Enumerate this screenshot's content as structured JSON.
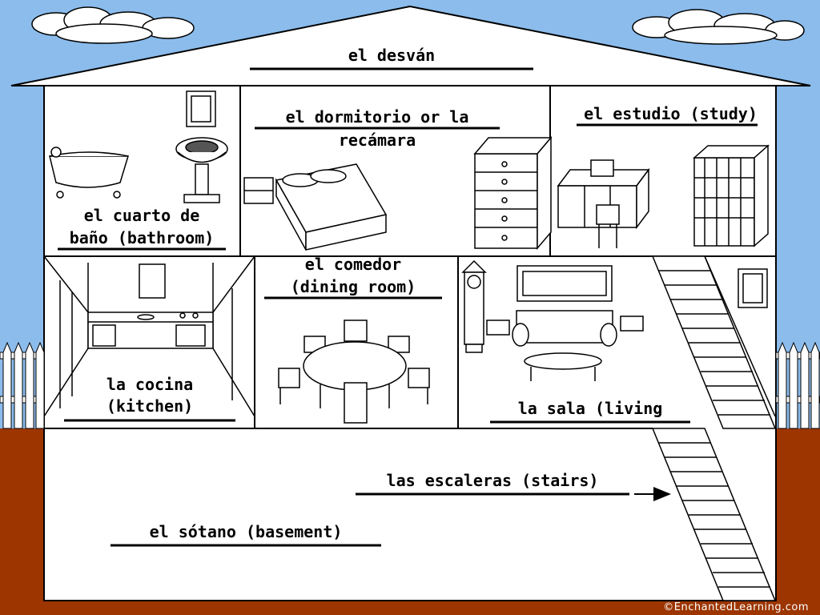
{
  "colors": {
    "sky": "#8bbcec",
    "ground": "#9c3500",
    "walls": "#ffffff",
    "lines": "#000000"
  },
  "rooms": {
    "attic": "el desván",
    "bedroom_line1": "el dormitorio or la",
    "bedroom_line2": "recámara",
    "study": "el estudio (study)",
    "bathroom_line1": "el cuarto de",
    "bathroom_line2": "baño (bathroom)",
    "dining_line1": "el comedor",
    "dining_line2": "(dining room)",
    "kitchen_line1": "la cocina",
    "kitchen_line2": "(kitchen)",
    "living": "la sala (living",
    "stairs": "las escaleras (stairs)",
    "basement": "el sótano (basement)"
  },
  "credit": "©EnchantedLearning.com"
}
